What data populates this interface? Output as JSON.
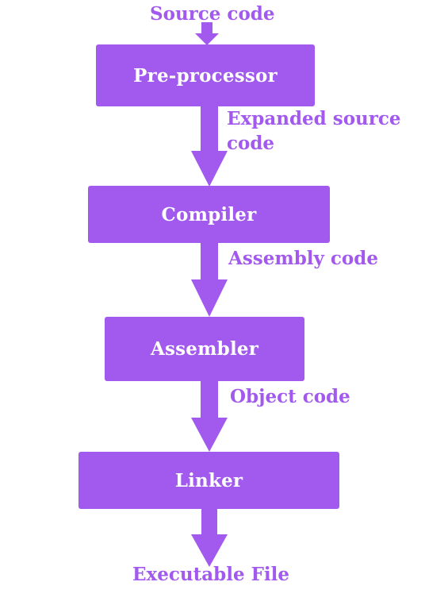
{
  "colors": {
    "accent": "#a259ee",
    "box_text": "#ffffff"
  },
  "diagram": {
    "input_label": "Source code",
    "steps": [
      {
        "label": "Pre-processor",
        "output": "Expanded source code"
      },
      {
        "label": "Compiler",
        "output": "Assembly code"
      },
      {
        "label": "Assembler",
        "output": "Object code"
      },
      {
        "label": "Linker",
        "output": "Executable File"
      }
    ]
  }
}
